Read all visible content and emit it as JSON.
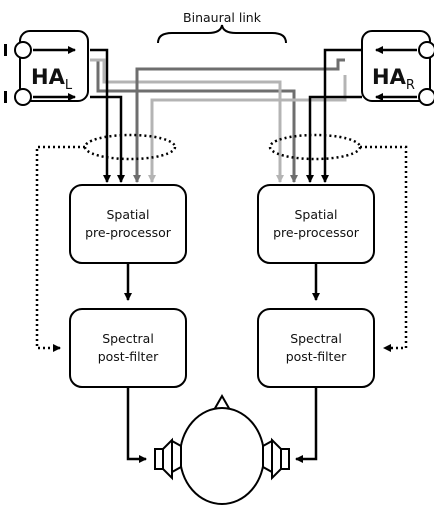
{
  "title": "Binaural link",
  "hearing_aids": {
    "left": {
      "main": "HA",
      "sub": "L"
    },
    "right": {
      "main": "HA",
      "sub": "R"
    }
  },
  "left_chain": {
    "spatial": [
      "Spatial",
      "pre-processor"
    ],
    "spectral": [
      "Spectral",
      "post-filter"
    ]
  },
  "right_chain": {
    "spatial": [
      "Spatial",
      "pre-processor"
    ],
    "spectral": [
      "Spectral",
      "post-filter"
    ]
  },
  "colors": {
    "line": "#000000",
    "link_dark": "#6e6e6e",
    "link_light": "#b4b4b4"
  }
}
